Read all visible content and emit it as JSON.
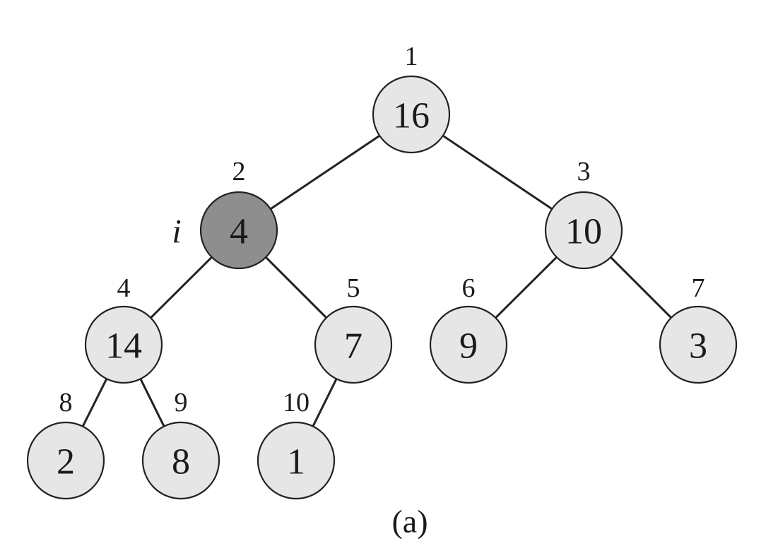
{
  "colors": {
    "node_fill": "#e6e6e6",
    "highlight_fill": "#8e8e8e",
    "stroke": "#222222"
  },
  "tree": {
    "nodes": [
      {
        "index": "1",
        "value": "16",
        "highlighted": false
      },
      {
        "index": "2",
        "value": "4",
        "highlighted": true
      },
      {
        "index": "3",
        "value": "10",
        "highlighted": false
      },
      {
        "index": "4",
        "value": "14",
        "highlighted": false
      },
      {
        "index": "5",
        "value": "7",
        "highlighted": false
      },
      {
        "index": "6",
        "value": "9",
        "highlighted": false
      },
      {
        "index": "7",
        "value": "3",
        "highlighted": false
      },
      {
        "index": "8",
        "value": "2",
        "highlighted": false
      },
      {
        "index": "9",
        "value": "8",
        "highlighted": false
      },
      {
        "index": "10",
        "value": "1",
        "highlighted": false
      }
    ],
    "edges": [
      [
        "1",
        "2"
      ],
      [
        "1",
        "3"
      ],
      [
        "2",
        "4"
      ],
      [
        "2",
        "5"
      ],
      [
        "3",
        "6"
      ],
      [
        "3",
        "7"
      ],
      [
        "4",
        "8"
      ],
      [
        "4",
        "9"
      ],
      [
        "5",
        "10"
      ]
    ],
    "pointer": {
      "label": "i",
      "node": "2"
    }
  },
  "caption": "(a)"
}
